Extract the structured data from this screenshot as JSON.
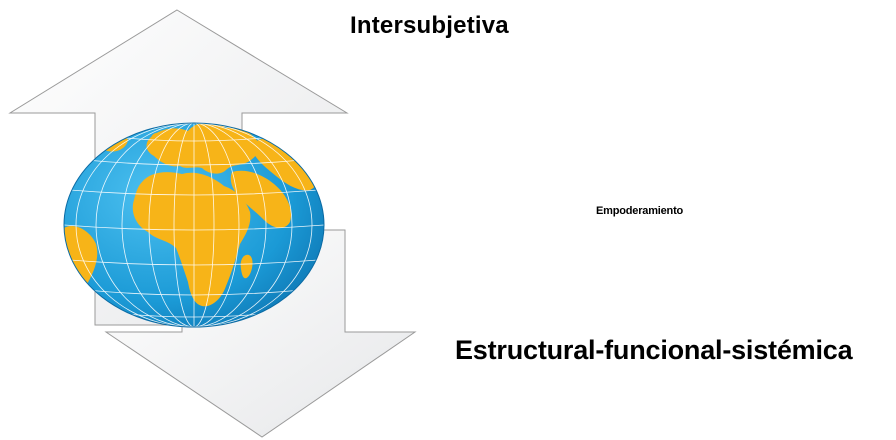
{
  "diagram": {
    "label_top": "Intersubjetiva",
    "label_middle": "Empoderamiento",
    "label_bottom": "Estructural-funcional-sistémica"
  },
  "colors": {
    "arrow_fill": "#f2f3f4",
    "arrow_stroke": "#9a9a9a",
    "ocean": "#1b9ad6",
    "land": "#f7b418",
    "grid": "#ffffff"
  },
  "icons": {
    "up_arrow": "arrow-up-icon",
    "down_arrow": "arrow-down-icon",
    "globe": "globe-icon"
  }
}
